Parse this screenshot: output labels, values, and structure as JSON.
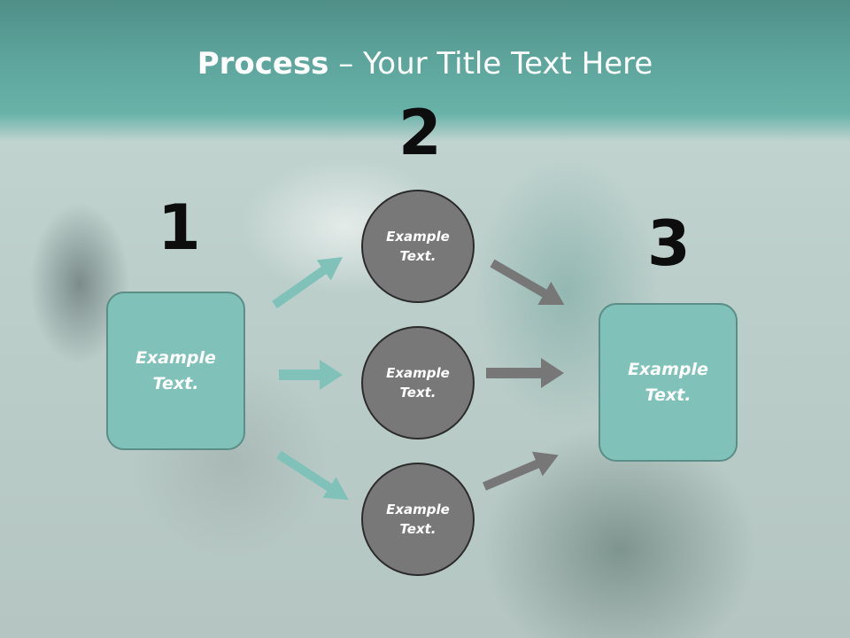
{
  "slide": {
    "title_bold": "Process",
    "title_rest": " – Your Title Text Here",
    "steps": [
      {
        "number": "1",
        "label": "Example Text."
      },
      {
        "number": "2",
        "labels": [
          "Example Text.",
          "Example Text.",
          "Example Text."
        ]
      },
      {
        "number": "3",
        "label": "Example Text."
      }
    ]
  },
  "colors": {
    "header": "#5ea69d",
    "box_fill": "#80c2b9",
    "circle_fill": "#787878",
    "teal_arrow": "#80c2b9",
    "gray_arrow": "#777777"
  }
}
